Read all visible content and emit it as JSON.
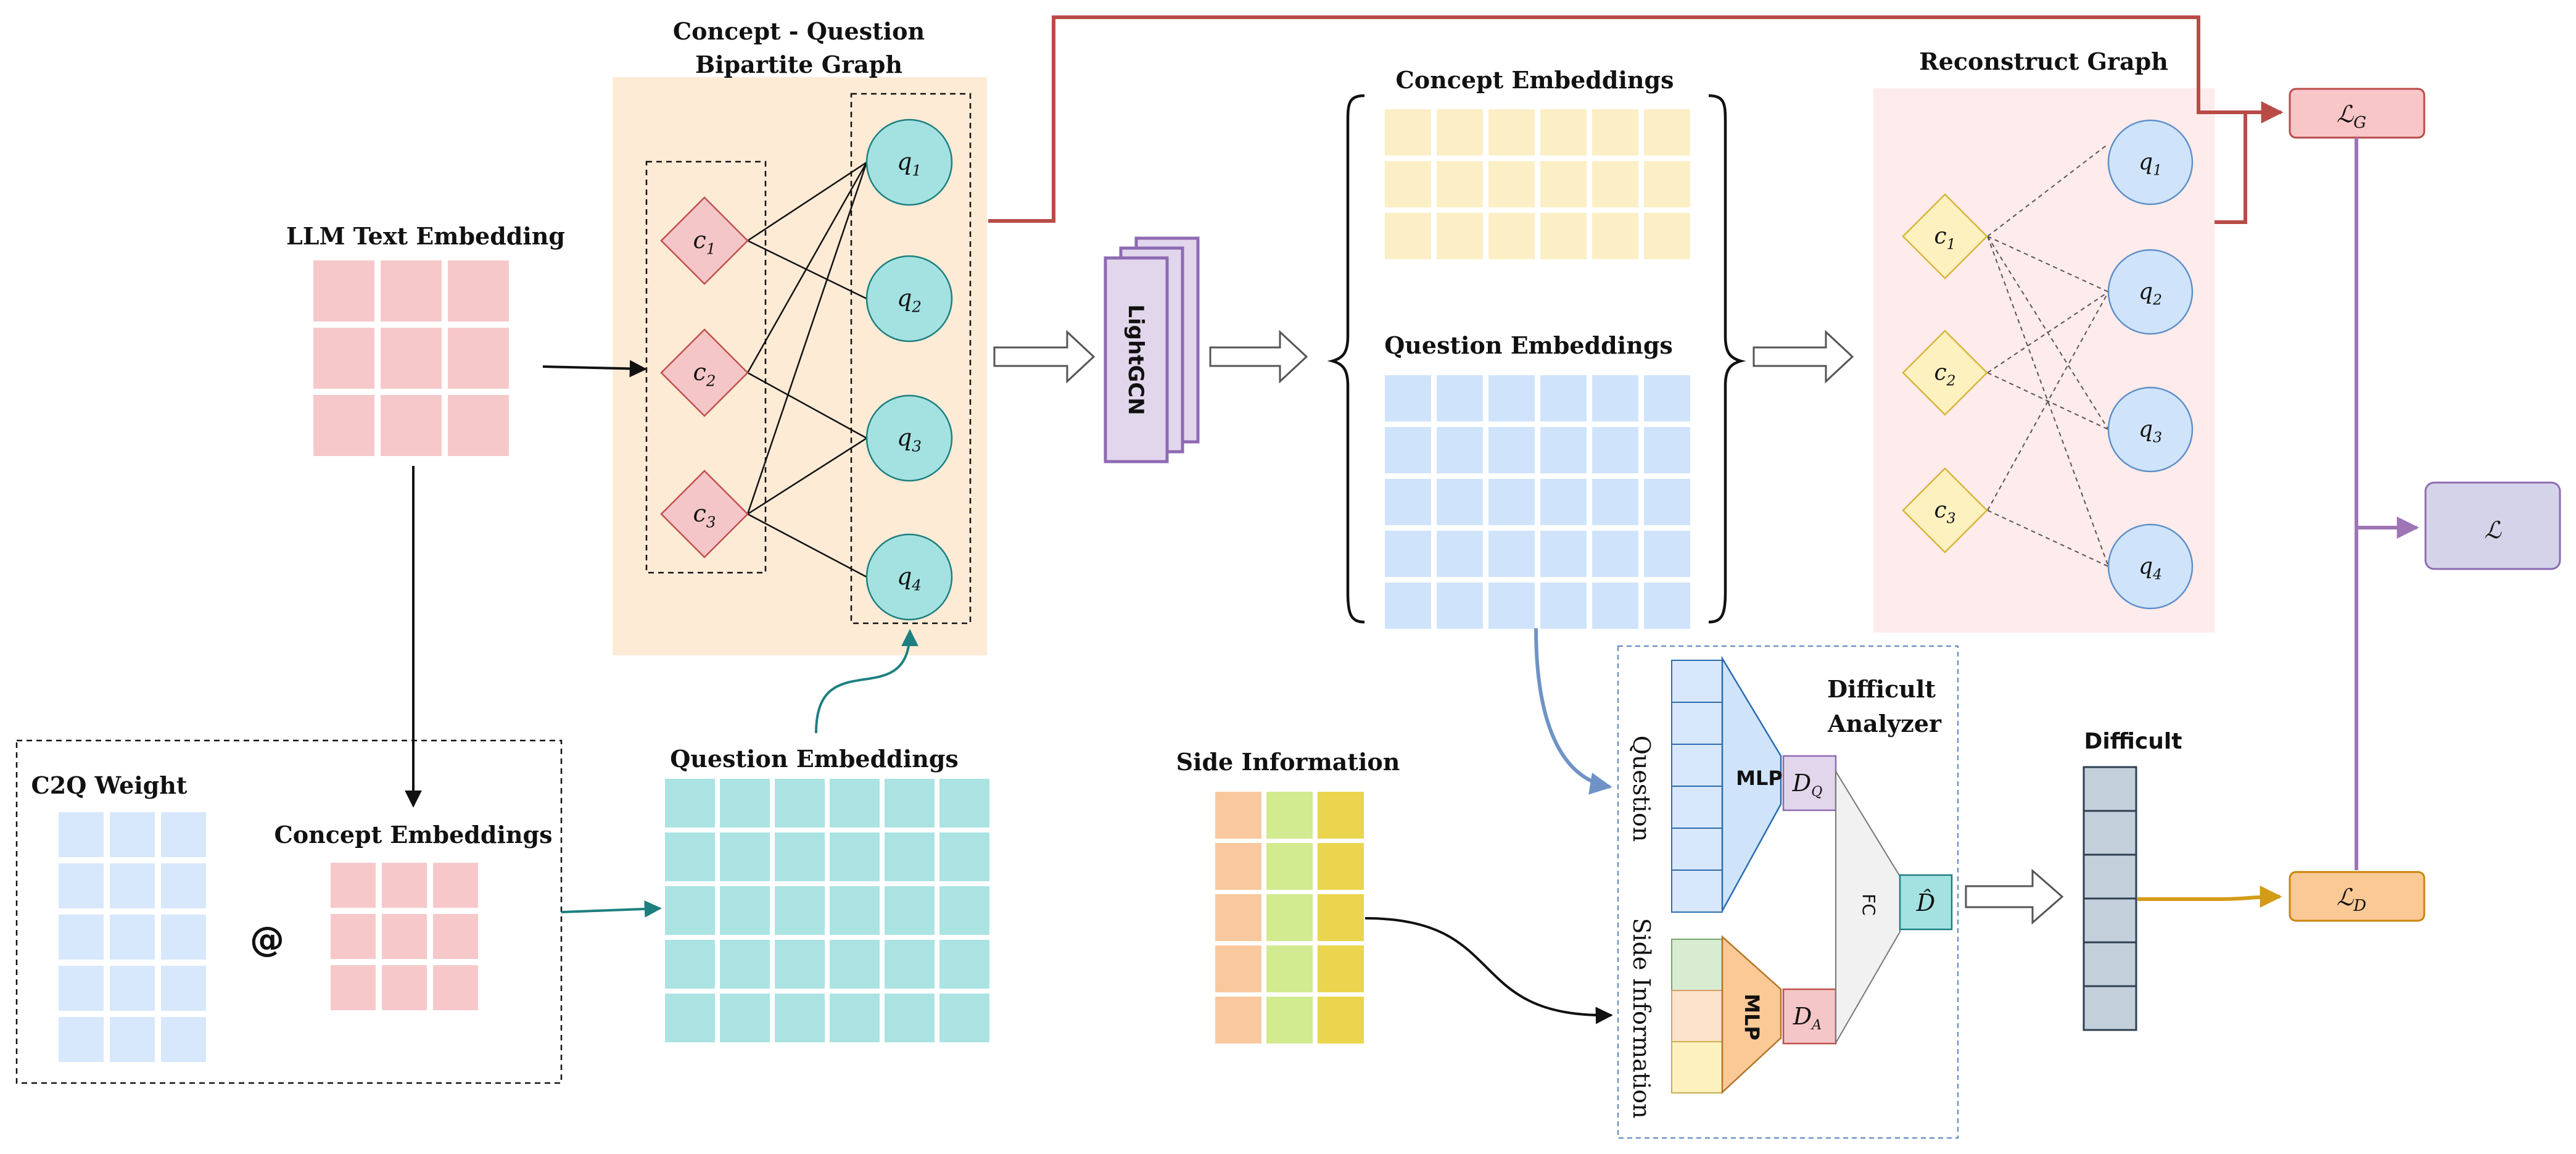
{
  "labels": {
    "bipartite_title_1": "Concept - Question",
    "bipartite_title_2": "Bipartite Graph",
    "llm_text_embedding": "LLM Text Embedding",
    "lightgcn": "LightGCN",
    "concept_embeddings_top": "Concept Embeddings",
    "question_embeddings_top": "Question Embeddings",
    "reconstruct_graph": "Reconstruct Graph",
    "c2q_weight": "C2Q Weight",
    "concept_embeddings_bottom": "Concept Embeddings",
    "at_sign": "@",
    "question_embeddings_bottom": "Question Embeddings",
    "side_information": "Side Information",
    "difficult_analyzer_1": "Difficult",
    "difficult_analyzer_2": "Analyzer",
    "question_vertical": "Question",
    "side_information_vertical": "Side Information",
    "mlp_question": "MLP",
    "mlp_side": "MLP",
    "fc": "FC",
    "difficult": "Difficult"
  },
  "graph_nodes": {
    "concepts": [
      {
        "base": "c",
        "sub": "1"
      },
      {
        "base": "c",
        "sub": "2"
      },
      {
        "base": "c",
        "sub": "3"
      }
    ],
    "questions": [
      {
        "base": "q",
        "sub": "1"
      },
      {
        "base": "q",
        "sub": "2"
      },
      {
        "base": "q",
        "sub": "3"
      },
      {
        "base": "q",
        "sub": "4"
      }
    ]
  },
  "math": {
    "d_q": {
      "base": "D",
      "sub": "Q"
    },
    "d_a": {
      "base": "D",
      "sub": "A"
    },
    "d_hat": "D̂",
    "loss_g": {
      "base": "ℒ",
      "sub": "G"
    },
    "loss_d": {
      "base": "ℒ",
      "sub": "D"
    },
    "loss": "ℒ"
  },
  "colors": {
    "pink_grid": "#f7c8ca",
    "peach_bg": "#fdebd6",
    "reconstruct_bg": "#fdeceb",
    "teal_grid": "#abe3e3",
    "teal_node": "#a4e2e2",
    "concept_diamond": "#f5c6c8",
    "concept_diamond_stroke": "#c0504d",
    "yellow_grid": "#fcefc6",
    "blue_grid": "#cfe4fb",
    "light_blue_grid": "#d8e8fc",
    "recon_diamond": "#fdf1c0",
    "recon_node": "#cfe4fb",
    "lightgcn_fill": "#e2d6ec",
    "lightgcn_stroke": "#8e6ab3",
    "red_line": "#b94b47",
    "purple_line": "#9f75b5",
    "gold_line": "#d39b17",
    "blue_curve": "#6f93c6",
    "teal_line": "#1e7f80",
    "loss_g_fill": "#f9c6c8",
    "loss_d_fill": "#fbc996",
    "loss_fill": "#d5d3e9",
    "difficult_col": "#c3cfda",
    "side_orange": "#fac89e",
    "side_green": "#d2ea90",
    "side_yellow": "#ecd54e"
  }
}
